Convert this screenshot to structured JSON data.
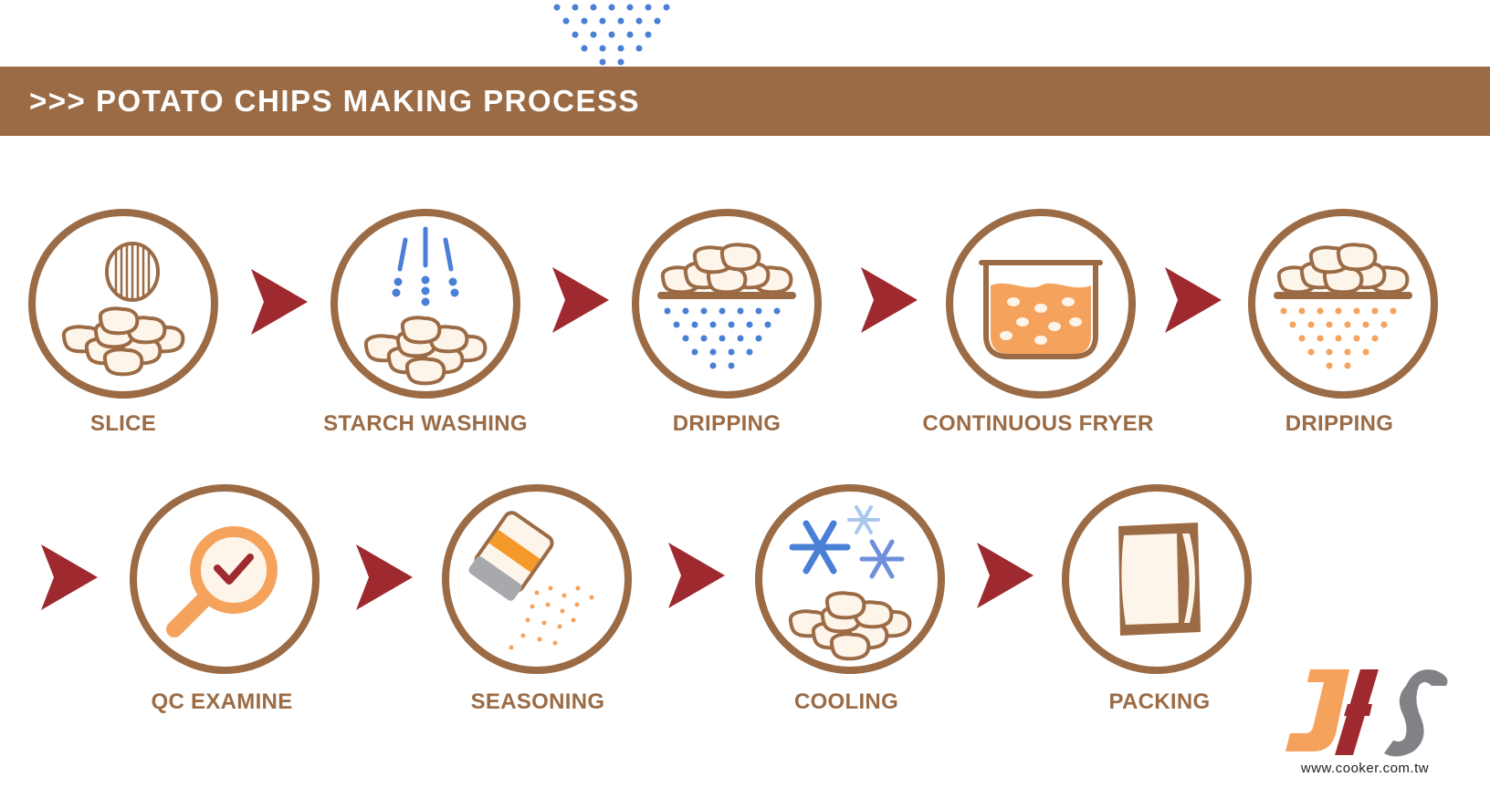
{
  "header": {
    "title": ">>> POTATO CHIPS MAKING PROCESS"
  },
  "steps": [
    {
      "label": "SLICE",
      "icon": "potato-slice-icon"
    },
    {
      "label": "STARCH WASHING",
      "icon": "water-spray-icon"
    },
    {
      "label": "DRIPPING",
      "icon": "water-drip-icon"
    },
    {
      "label": "CONTINUOUS FRYER",
      "icon": "fryer-icon"
    },
    {
      "label": "DRIPPING",
      "icon": "oil-drip-icon"
    },
    {
      "label": "QC EXAMINE",
      "icon": "magnifier-check-icon"
    },
    {
      "label": "SEASONING",
      "icon": "seasoning-shaker-icon"
    },
    {
      "label": "COOLING",
      "icon": "snowflake-icon"
    },
    {
      "label": "PACKING",
      "icon": "bag-icon"
    }
  ],
  "logo": {
    "text": "JHS",
    "url": "www.cooker.com.tw"
  },
  "colors": {
    "brown": "#9b6b45",
    "arrow": "#9e2a2f",
    "water": "#4a7fd6",
    "oil": "#f5a25d",
    "chip": "#fdf5ea",
    "logo_gray": "#808285"
  }
}
